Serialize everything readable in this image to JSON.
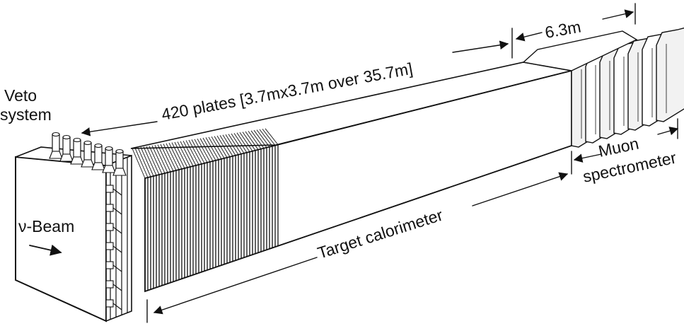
{
  "labels": {
    "veto_line1": "Veto",
    "veto_line2": "system",
    "plates": "420 plates [3.7mx3.7m over 35.7m]",
    "muon_length": "6.3m",
    "muon_line1": "Muon",
    "muon_line2": "spectrometer",
    "beam": "ν-Beam",
    "target": "Target calorimeter"
  },
  "colors": {
    "ink": "#111111",
    "paper": "#ffffff",
    "shade": "#d9d9d9"
  }
}
